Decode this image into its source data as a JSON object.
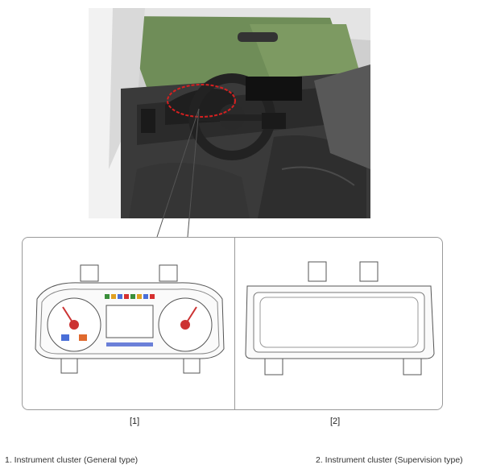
{
  "panels": [
    {
      "label": "[1]"
    },
    {
      "label": "[2]"
    }
  ],
  "captions": [
    {
      "text": "1. Instrument cluster (General type)"
    },
    {
      "text": "2. Instrument cluster (Supervision type)"
    }
  ],
  "colors": {
    "highlight_ellipse": "#d62020",
    "outline": "#555555",
    "frame": "#9a9a9a"
  }
}
